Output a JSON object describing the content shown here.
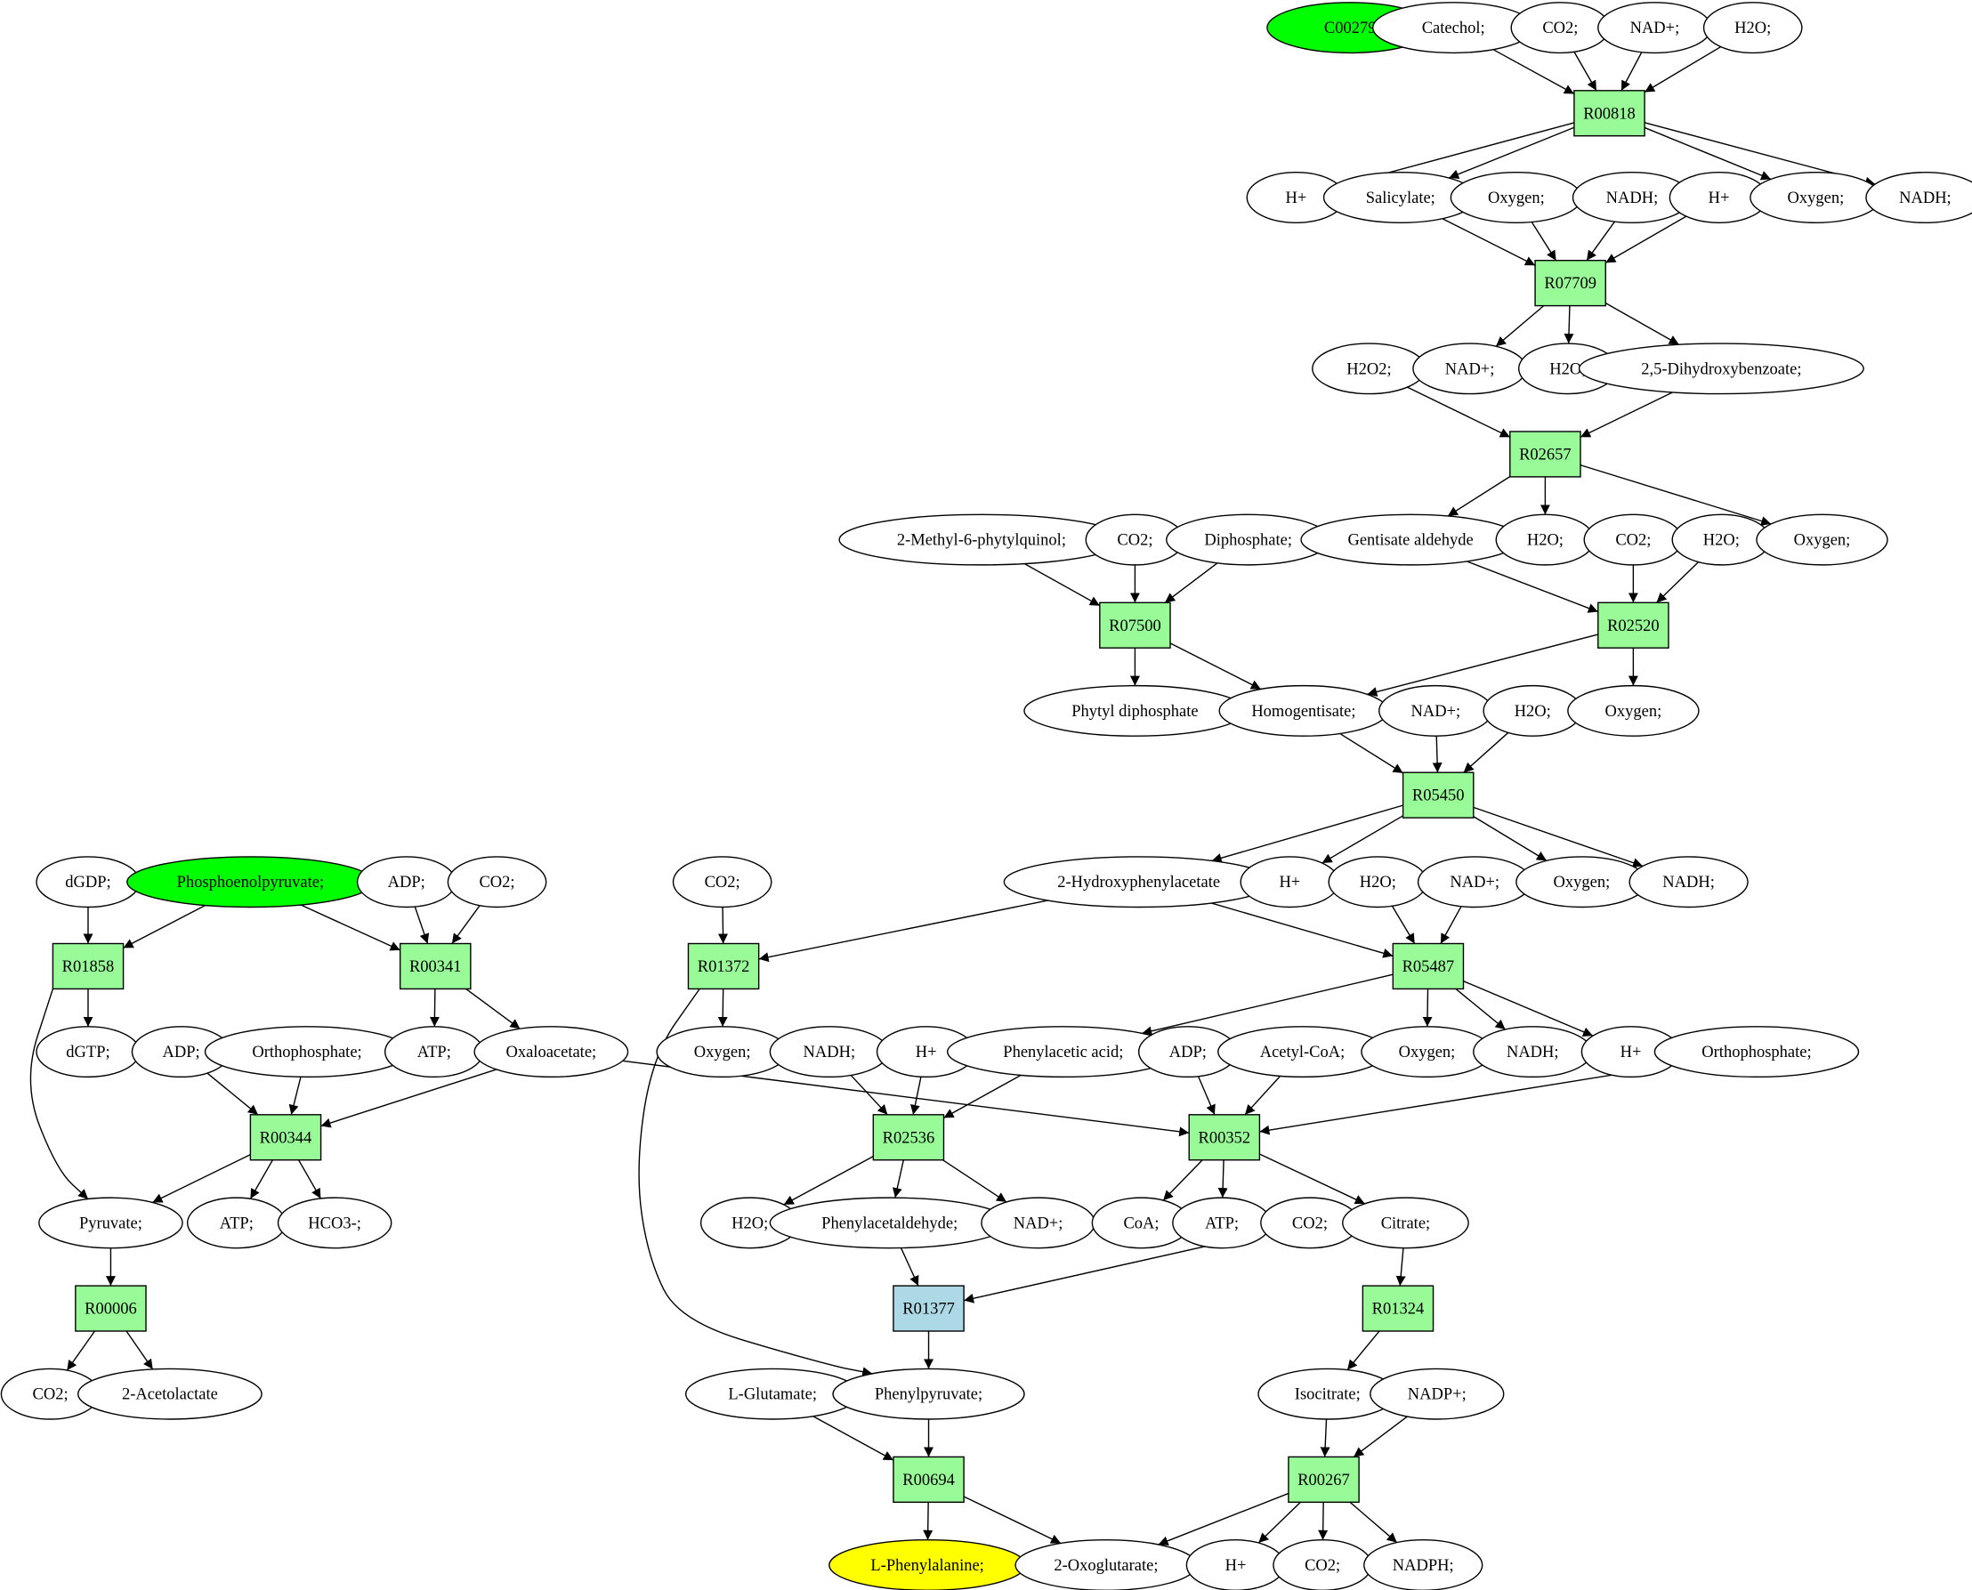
{
  "colors": {
    "reaction_default": "#98fb98",
    "reaction_highlight": "#add8e6",
    "compound_default": "#ffffff",
    "compound_source": "#00ff00",
    "compound_target": "#ffff00",
    "edge": "#000000"
  },
  "nodes": [
    {
      "id": "C00279",
      "kind": "compound",
      "label": "C00279",
      "fill": "#00ff00"
    },
    {
      "id": "catechol",
      "kind": "compound",
      "label": "Catechol;"
    },
    {
      "id": "co2_a",
      "kind": "compound",
      "label": "CO2;"
    },
    {
      "id": "nadp_a",
      "kind": "compound",
      "label": "NAD+;"
    },
    {
      "id": "h2o_a",
      "kind": "compound",
      "label": "H2O;"
    },
    {
      "id": "R00818",
      "kind": "reaction",
      "label": "R00818"
    },
    {
      "id": "hplus_a",
      "kind": "compound",
      "label": "H+"
    },
    {
      "id": "salicylate",
      "kind": "compound",
      "label": "Salicylate;"
    },
    {
      "id": "oxygen_a",
      "kind": "compound",
      "label": "Oxygen;"
    },
    {
      "id": "nadh_a",
      "kind": "compound",
      "label": "NADH;"
    },
    {
      "id": "hplus_b",
      "kind": "compound",
      "label": "H+"
    },
    {
      "id": "oxygen_b",
      "kind": "compound",
      "label": "Oxygen;"
    },
    {
      "id": "nadh_b",
      "kind": "compound",
      "label": "NADH;"
    },
    {
      "id": "R07709",
      "kind": "reaction",
      "label": "R07709"
    },
    {
      "id": "h2o2",
      "kind": "compound",
      "label": "H2O2;"
    },
    {
      "id": "nadp_b",
      "kind": "compound",
      "label": "NAD+;"
    },
    {
      "id": "h2o_b",
      "kind": "compound",
      "label": "H2O;"
    },
    {
      "id": "dhb",
      "kind": "compound",
      "label": "2,5-Dihydroxybenzoate;"
    },
    {
      "id": "R02657",
      "kind": "reaction",
      "label": "R02657"
    },
    {
      "id": "mpq",
      "kind": "compound",
      "label": "2-Methyl-6-phytylquinol;"
    },
    {
      "id": "co2_b",
      "kind": "compound",
      "label": "CO2;"
    },
    {
      "id": "diphosphate",
      "kind": "compound",
      "label": "Diphosphate;"
    },
    {
      "id": "gentisate_ald",
      "kind": "compound",
      "label": "Gentisate aldehyde"
    },
    {
      "id": "h2o_c",
      "kind": "compound",
      "label": "H2O;"
    },
    {
      "id": "co2_c",
      "kind": "compound",
      "label": "CO2;"
    },
    {
      "id": "h2o_d",
      "kind": "compound",
      "label": "H2O;"
    },
    {
      "id": "oxygen_c",
      "kind": "compound",
      "label": "Oxygen;"
    },
    {
      "id": "R07500",
      "kind": "reaction",
      "label": "R07500"
    },
    {
      "id": "R02520",
      "kind": "reaction",
      "label": "R02520"
    },
    {
      "id": "phytyl_dp",
      "kind": "compound",
      "label": "Phytyl diphosphate"
    },
    {
      "id": "homogentisate",
      "kind": "compound",
      "label": "Homogentisate;"
    },
    {
      "id": "nadp_c",
      "kind": "compound",
      "label": "NAD+;"
    },
    {
      "id": "h2o_e",
      "kind": "compound",
      "label": "H2O;"
    },
    {
      "id": "oxygen_d",
      "kind": "compound",
      "label": "Oxygen;"
    },
    {
      "id": "R05450",
      "kind": "reaction",
      "label": "R05450"
    },
    {
      "id": "dgdp",
      "kind": "compound",
      "label": "dGDP;"
    },
    {
      "id": "pep",
      "kind": "compound",
      "label": "Phosphoenolpyruvate;",
      "fill": "#00ff00"
    },
    {
      "id": "adp_a",
      "kind": "compound",
      "label": "ADP;"
    },
    {
      "id": "co2_d",
      "kind": "compound",
      "label": "CO2;"
    },
    {
      "id": "co2_e",
      "kind": "compound",
      "label": "CO2;"
    },
    {
      "id": "hpa",
      "kind": "compound",
      "label": "2-Hydroxyphenylacetate"
    },
    {
      "id": "hplus_c",
      "kind": "compound",
      "label": "H+"
    },
    {
      "id": "h2o_f",
      "kind": "compound",
      "label": "H2O;"
    },
    {
      "id": "nadp_d",
      "kind": "compound",
      "label": "NAD+;"
    },
    {
      "id": "oxygen_e",
      "kind": "compound",
      "label": "Oxygen;"
    },
    {
      "id": "nadh_c",
      "kind": "compound",
      "label": "NADH;"
    },
    {
      "id": "R01858",
      "kind": "reaction",
      "label": "R01858"
    },
    {
      "id": "R00341",
      "kind": "reaction",
      "label": "R00341"
    },
    {
      "id": "R01372",
      "kind": "reaction",
      "label": "R01372"
    },
    {
      "id": "R05487",
      "kind": "reaction",
      "label": "R05487"
    },
    {
      "id": "dgtp",
      "kind": "compound",
      "label": "dGTP;"
    },
    {
      "id": "adp_b",
      "kind": "compound",
      "label": "ADP;"
    },
    {
      "id": "orthophosphate_a",
      "kind": "compound",
      "label": "Orthophosphate;"
    },
    {
      "id": "atp_a",
      "kind": "compound",
      "label": "ATP;"
    },
    {
      "id": "oxaloacetate",
      "kind": "compound",
      "label": "Oxaloacetate;"
    },
    {
      "id": "oxygen_f",
      "kind": "compound",
      "label": "Oxygen;"
    },
    {
      "id": "nadh_d",
      "kind": "compound",
      "label": "NADH;"
    },
    {
      "id": "hplus_d",
      "kind": "compound",
      "label": "H+"
    },
    {
      "id": "phenylacetic",
      "kind": "compound",
      "label": "Phenylacetic acid;"
    },
    {
      "id": "adp_c",
      "kind": "compound",
      "label": "ADP;"
    },
    {
      "id": "acetylcoa",
      "kind": "compound",
      "label": "Acetyl-CoA;"
    },
    {
      "id": "oxygen_g",
      "kind": "compound",
      "label": "Oxygen;"
    },
    {
      "id": "nadh_e",
      "kind": "compound",
      "label": "NADH;"
    },
    {
      "id": "hplus_e",
      "kind": "compound",
      "label": "H+"
    },
    {
      "id": "orthophosphate_b",
      "kind": "compound",
      "label": "Orthophosphate;"
    },
    {
      "id": "R00344",
      "kind": "reaction",
      "label": "R00344"
    },
    {
      "id": "R02536",
      "kind": "reaction",
      "label": "R02536"
    },
    {
      "id": "R00352",
      "kind": "reaction",
      "label": "R00352"
    },
    {
      "id": "pyruvate",
      "kind": "compound",
      "label": "Pyruvate;"
    },
    {
      "id": "atp_b",
      "kind": "compound",
      "label": "ATP;"
    },
    {
      "id": "hco3",
      "kind": "compound",
      "label": "HCO3-;"
    },
    {
      "id": "h2o_g",
      "kind": "compound",
      "label": "H2O;"
    },
    {
      "id": "phenylacetaldehyde",
      "kind": "compound",
      "label": "Phenylacetaldehyde;"
    },
    {
      "id": "nadp_e",
      "kind": "compound",
      "label": "NAD+;"
    },
    {
      "id": "coa",
      "kind": "compound",
      "label": "CoA;"
    },
    {
      "id": "atp_c",
      "kind": "compound",
      "label": "ATP;"
    },
    {
      "id": "co2_f",
      "kind": "compound",
      "label": "CO2;"
    },
    {
      "id": "citrate",
      "kind": "compound",
      "label": "Citrate;"
    },
    {
      "id": "R00006",
      "kind": "reaction",
      "label": "R00006"
    },
    {
      "id": "R01377",
      "kind": "reaction",
      "label": "R01377",
      "fill": "#add8e6"
    },
    {
      "id": "R01324",
      "kind": "reaction",
      "label": "R01324"
    },
    {
      "id": "co2_g",
      "kind": "compound",
      "label": "CO2;"
    },
    {
      "id": "acetolactate",
      "kind": "compound",
      "label": "2-Acetolactate"
    },
    {
      "id": "glutamate",
      "kind": "compound",
      "label": "L-Glutamate;"
    },
    {
      "id": "phenylpyruvate",
      "kind": "compound",
      "label": "Phenylpyruvate;"
    },
    {
      "id": "isocitrate",
      "kind": "compound",
      "label": "Isocitrate;"
    },
    {
      "id": "nadpplus",
      "kind": "compound",
      "label": "NADP+;"
    },
    {
      "id": "R00694",
      "kind": "reaction",
      "label": "R00694"
    },
    {
      "id": "R00267",
      "kind": "reaction",
      "label": "R00267"
    },
    {
      "id": "phenylalanine",
      "kind": "compound",
      "label": "L-Phenylalanine;",
      "fill": "#ffff00"
    },
    {
      "id": "oxoglutarate",
      "kind": "compound",
      "label": "2-Oxoglutarate;"
    },
    {
      "id": "hplus_f",
      "kind": "compound",
      "label": "H+"
    },
    {
      "id": "co2_h",
      "kind": "compound",
      "label": "CO2;"
    },
    {
      "id": "nadph",
      "kind": "compound",
      "label": "NADPH;"
    }
  ],
  "edges": [
    [
      "catechol",
      "R00818"
    ],
    [
      "co2_a",
      "R00818"
    ],
    [
      "nadp_a",
      "R00818"
    ],
    [
      "h2o_a",
      "R00818"
    ],
    [
      "R00818",
      "hplus_a"
    ],
    [
      "R00818",
      "salicylate"
    ],
    [
      "R00818",
      "oxygen_b"
    ],
    [
      "R00818",
      "nadh_b"
    ],
    [
      "salicylate",
      "R07709"
    ],
    [
      "oxygen_a",
      "R07709"
    ],
    [
      "nadh_a",
      "R07709"
    ],
    [
      "hplus_b",
      "R07709"
    ],
    [
      "R07709",
      "nadp_b"
    ],
    [
      "R07709",
      "h2o_b"
    ],
    [
      "R07709",
      "dhb"
    ],
    [
      "h2o2",
      "R02657"
    ],
    [
      "dhb",
      "R02657"
    ],
    [
      "R02657",
      "gentisate_ald"
    ],
    [
      "R02657",
      "h2o_c"
    ],
    [
      "R02657",
      "oxygen_c"
    ],
    [
      "mpq",
      "R07500"
    ],
    [
      "co2_b",
      "R07500"
    ],
    [
      "diphosphate",
      "R07500"
    ],
    [
      "R07500",
      "phytyl_dp"
    ],
    [
      "R07500",
      "homogentisate"
    ],
    [
      "gentisate_ald",
      "R02520"
    ],
    [
      "co2_c",
      "R02520"
    ],
    [
      "h2o_d",
      "R02520"
    ],
    [
      "R02520",
      "homogentisate"
    ],
    [
      "R02520",
      "oxygen_d"
    ],
    [
      "homogentisate",
      "R05450"
    ],
    [
      "nadp_c",
      "R05450"
    ],
    [
      "h2o_e",
      "R05450"
    ],
    [
      "R05450",
      "hpa"
    ],
    [
      "R05450",
      "hplus_c"
    ],
    [
      "R05450",
      "oxygen_e"
    ],
    [
      "R05450",
      "nadh_c"
    ],
    [
      "dgdp",
      "R01858"
    ],
    [
      "pep",
      "R01858"
    ],
    [
      "pep",
      "R00341"
    ],
    [
      "adp_a",
      "R00341"
    ],
    [
      "co2_d",
      "R00341"
    ],
    [
      "co2_e",
      "R01372"
    ],
    [
      "hpa",
      "R01372"
    ],
    [
      "hpa",
      "R05487"
    ],
    [
      "h2o_f",
      "R05487"
    ],
    [
      "nadp_d",
      "R05487"
    ],
    [
      "R01858",
      "dgtp"
    ],
    [
      "R01858",
      "pyruvate"
    ],
    [
      "R00341",
      "atp_a"
    ],
    [
      "R00341",
      "oxaloacetate"
    ],
    [
      "R01372",
      "oxygen_f"
    ],
    [
      "R01372",
      "phenylpyruvate"
    ],
    [
      "R05487",
      "phenylacetic"
    ],
    [
      "R05487",
      "oxygen_g"
    ],
    [
      "R05487",
      "nadh_e"
    ],
    [
      "R05487",
      "hplus_e"
    ],
    [
      "adp_b",
      "R00344"
    ],
    [
      "orthophosphate_a",
      "R00344"
    ],
    [
      "oxaloacetate",
      "R00344"
    ],
    [
      "oxaloacetate",
      "R00352"
    ],
    [
      "nadh_d",
      "R02536"
    ],
    [
      "hplus_d",
      "R02536"
    ],
    [
      "phenylacetic",
      "R02536"
    ],
    [
      "adp_c",
      "R00352"
    ],
    [
      "acetylcoa",
      "R00352"
    ],
    [
      "orthophosphate_b",
      "R00352"
    ],
    [
      "R00344",
      "pyruvate"
    ],
    [
      "R00344",
      "atp_b"
    ],
    [
      "R00344",
      "hco3"
    ],
    [
      "R02536",
      "h2o_g"
    ],
    [
      "R02536",
      "phenylacetaldehyde"
    ],
    [
      "R02536",
      "nadp_e"
    ],
    [
      "R00352",
      "coa"
    ],
    [
      "R00352",
      "atp_c"
    ],
    [
      "R00352",
      "citrate"
    ],
    [
      "pyruvate",
      "R00006"
    ],
    [
      "phenylacetaldehyde",
      "R01377"
    ],
    [
      "co2_f",
      "R01377"
    ],
    [
      "citrate",
      "R01324"
    ],
    [
      "R00006",
      "co2_g"
    ],
    [
      "R00006",
      "acetolactate"
    ],
    [
      "R01377",
      "phenylpyruvate"
    ],
    [
      "R01324",
      "isocitrate"
    ],
    [
      "glutamate",
      "R00694"
    ],
    [
      "phenylpyruvate",
      "R00694"
    ],
    [
      "isocitrate",
      "R00267"
    ],
    [
      "nadpplus",
      "R00267"
    ],
    [
      "R00694",
      "phenylalanine"
    ],
    [
      "R00694",
      "oxoglutarate"
    ],
    [
      "R00267",
      "oxoglutarate"
    ],
    [
      "R00267",
      "hplus_f"
    ],
    [
      "R00267",
      "co2_h"
    ],
    [
      "R00267",
      "nadph"
    ]
  ]
}
